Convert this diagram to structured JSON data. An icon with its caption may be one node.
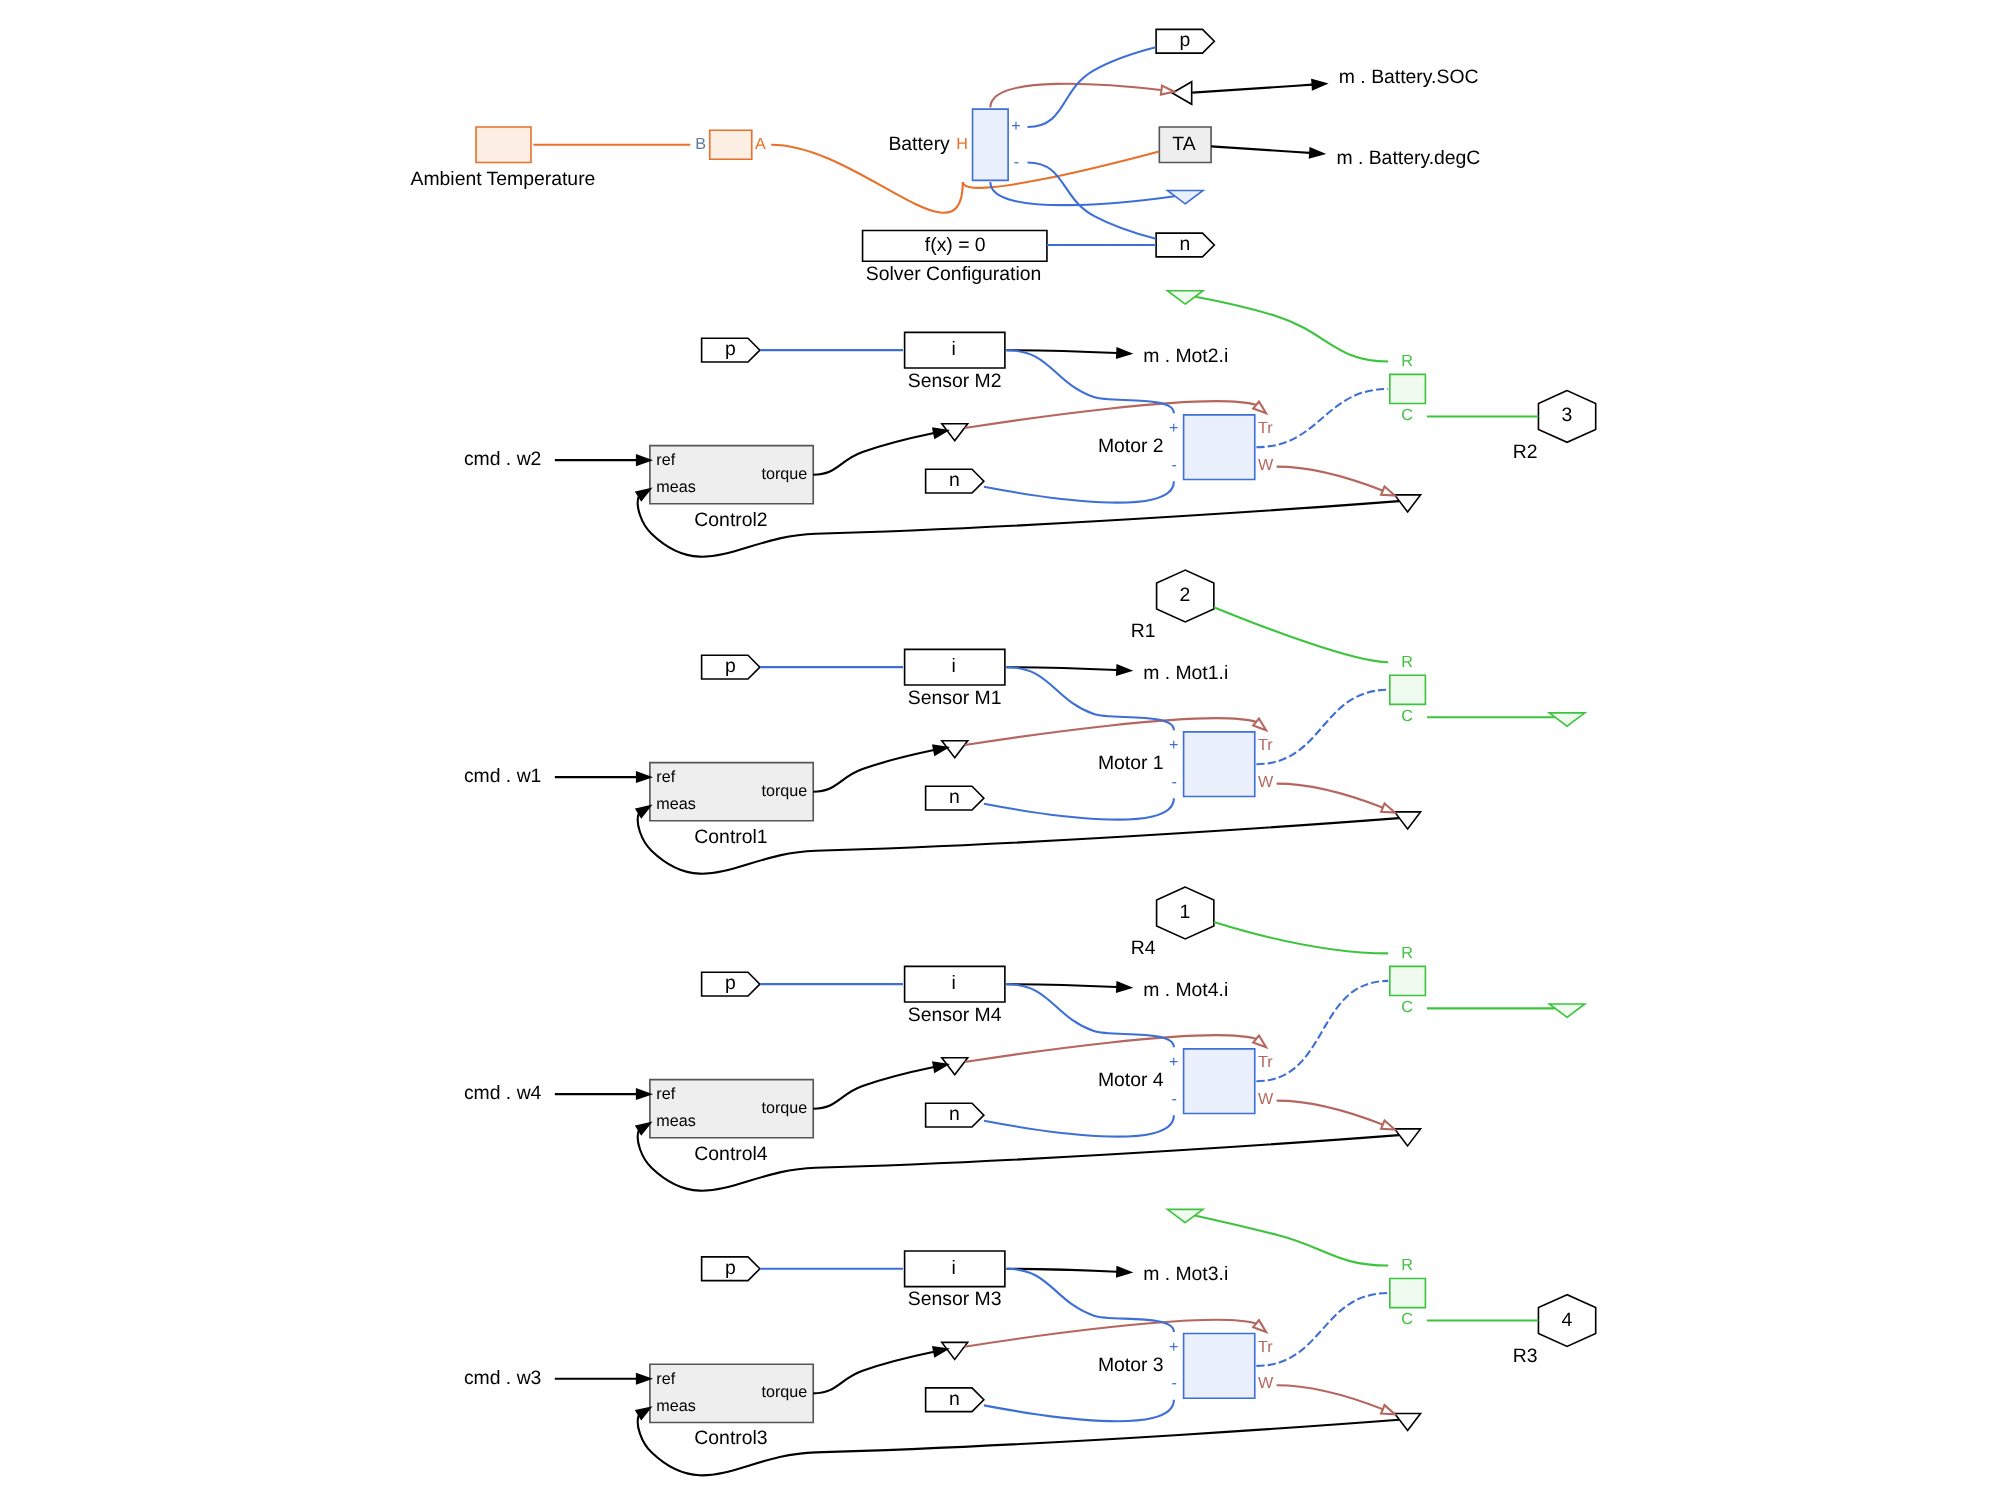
{
  "diagram": {
    "nodes": [
      {
        "text": [
          "m . Battery.SOC"
        ]
      },
      {
        "text": [],
        "shape": "triangle"
      },
      {
        "text": [
          "m . Battery.degC"
        ]
      },
      {
        "text": [
          "TA"
        ]
      },
      {
        "text": [
          "Ambient Temperature"
        ]
      },
      {
        "text": [
          "B",
          "A"
        ]
      },
      {
        "text": [
          "Battery",
          "+",
          "-",
          "H"
        ]
      },
      {
        "text": [
          "p"
        ]
      },
      {
        "text": [
          "f(x) = 0",
          "Solver Configuration"
        ]
      },
      {
        "text": [
          "n"
        ]
      },
      {
        "text": [],
        "shape": "ground"
      },
      {
        "text": [
          "cmd . w2"
        ]
      },
      {
        "text": [
          "ref",
          "torque",
          "meas",
          "Control2"
        ]
      },
      {
        "text": [],
        "shape": "triangle"
      },
      {
        "text": [],
        "shape": "ground"
      },
      {
        "text": [
          "p"
        ]
      },
      {
        "text": [
          "i",
          "Sensor M2"
        ]
      },
      {
        "text": [
          "m . Mot2.i"
        ]
      },
      {
        "text": [
          "Motor 2",
          "+",
          "-",
          "Tr",
          "W"
        ]
      },
      {
        "text": [
          "R",
          "C"
        ]
      },
      {
        "text": [
          "n"
        ]
      },
      {
        "text": [],
        "shape": "triangle"
      },
      {
        "text": [
          "3"
        ],
        "beside": [
          "R2"
        ]
      },
      {
        "text": [
          "cmd . w1"
        ]
      },
      {
        "text": [
          "ref",
          "torque",
          "meas",
          "Control1"
        ]
      },
      {
        "text": [],
        "shape": "triangle"
      },
      {
        "text": [
          "2"
        ],
        "beside": [
          "R1"
        ]
      },
      {
        "text": [
          "p"
        ]
      },
      {
        "text": [
          "i",
          "Sensor M1"
        ]
      },
      {
        "text": [
          "m . Mot1.i"
        ]
      },
      {
        "text": [
          "Motor 1",
          "+",
          "-",
          "Tr",
          "W"
        ]
      },
      {
        "text": [
          "R",
          "C"
        ]
      },
      {
        "text": [
          "n"
        ]
      },
      {
        "text": [],
        "shape": "triangle"
      },
      {
        "text": [],
        "shape": "ground"
      },
      {
        "text": [
          "cmd . w4"
        ]
      },
      {
        "text": [
          "ref",
          "torque",
          "meas",
          "Control4"
        ]
      },
      {
        "text": [],
        "shape": "triangle"
      },
      {
        "text": [
          "1"
        ],
        "beside": [
          "R4"
        ]
      },
      {
        "text": [
          "p"
        ]
      },
      {
        "text": [
          "i",
          "Sensor M4"
        ]
      },
      {
        "text": [
          "m . Mot4.i"
        ]
      },
      {
        "text": [
          "Motor 4",
          "+",
          "-",
          "Tr",
          "W"
        ]
      },
      {
        "text": [
          "R",
          "C"
        ]
      },
      {
        "text": [
          "n"
        ]
      },
      {
        "text": [],
        "shape": "triangle"
      },
      {
        "text": [],
        "shape": "ground"
      },
      {
        "text": [
          "cmd . w3"
        ]
      },
      {
        "text": [
          "ref",
          "torque",
          "meas",
          "Control3"
        ]
      },
      {
        "text": [],
        "shape": "triangle"
      },
      {
        "text": [],
        "shape": "ground"
      },
      {
        "text": [
          "p"
        ]
      },
      {
        "text": [
          "i",
          "Sensor M3"
        ]
      },
      {
        "text": [
          "m . Mot3.i"
        ]
      },
      {
        "text": [
          "Motor 3",
          "+",
          "-",
          "Tr",
          "W"
        ]
      },
      {
        "text": [
          "R",
          "C"
        ]
      },
      {
        "text": [
          "n"
        ]
      },
      {
        "text": [],
        "shape": "triangle"
      },
      {
        "text": [
          "4"
        ],
        "beside": [
          "R3"
        ]
      }
    ],
    "edges": [
      {
        "from": 6,
        "to": 1,
        "arrow": "to",
        "color": "#b5665e"
      },
      {
        "from": 1,
        "to": 0,
        "arrow": "to",
        "color": "#000000"
      },
      {
        "from": 3,
        "to": 2,
        "arrow": "to",
        "color": "#000000"
      },
      {
        "from": 6,
        "to": 3,
        "arrow": "none",
        "color": "#e8702a"
      },
      {
        "from": 4,
        "to": 5,
        "arrow": "none",
        "color": "#e8702a"
      },
      {
        "from": 5,
        "to": 6,
        "arrow": "none",
        "color": "#e8702a"
      },
      {
        "from": 6,
        "to": 7,
        "arrow": "none"
      },
      {
        "from": 6,
        "to": 9,
        "arrow": "none"
      },
      {
        "from": 8,
        "to": 9,
        "arrow": "none"
      },
      {
        "from": 6,
        "to": 10,
        "arrow": "none"
      },
      {
        "from": 11,
        "to": 12,
        "arrow": "to",
        "color": "#000000"
      },
      {
        "from": 12,
        "to": 13,
        "arrow": "to",
        "color": "#000000"
      },
      {
        "from": 13,
        "to": 18,
        "arrow": "to",
        "color": "#b5665e"
      },
      {
        "from": 15,
        "to": 16,
        "arrow": "none"
      },
      {
        "from": 16,
        "to": 17,
        "arrow": "to",
        "color": "#000000"
      },
      {
        "from": 16,
        "to": 18,
        "arrow": "none"
      },
      {
        "from": 20,
        "to": 18,
        "arrow": "none"
      },
      {
        "from": 18,
        "to": 19,
        "arrow": "none",
        "style": "dashed"
      },
      {
        "from": 14,
        "to": 19,
        "arrow": "none",
        "color": "#3cc43c"
      },
      {
        "from": 19,
        "to": 22,
        "arrow": "none",
        "color": "#3cc43c"
      },
      {
        "from": 18,
        "to": 21,
        "arrow": "to",
        "color": "#b5665e"
      },
      {
        "from": 21,
        "to": 12,
        "arrow": "to",
        "color": "#000000"
      },
      {
        "from": 23,
        "to": 24,
        "arrow": "to",
        "color": "#000000"
      },
      {
        "from": 24,
        "to": 25,
        "arrow": "to",
        "color": "#000000"
      },
      {
        "from": 25,
        "to": 30,
        "arrow": "to",
        "color": "#b5665e"
      },
      {
        "from": 27,
        "to": 28,
        "arrow": "none"
      },
      {
        "from": 28,
        "to": 29,
        "arrow": "to",
        "color": "#000000"
      },
      {
        "from": 28,
        "to": 30,
        "arrow": "none"
      },
      {
        "from": 32,
        "to": 30,
        "arrow": "none"
      },
      {
        "from": 30,
        "to": 31,
        "arrow": "none",
        "style": "dashed"
      },
      {
        "from": 26,
        "to": 31,
        "arrow": "none",
        "color": "#3cc43c"
      },
      {
        "from": 31,
        "to": 34,
        "arrow": "none",
        "color": "#3cc43c"
      },
      {
        "from": 30,
        "to": 33,
        "arrow": "to",
        "color": "#b5665e"
      },
      {
        "from": 33,
        "to": 24,
        "arrow": "to",
        "color": "#000000"
      },
      {
        "from": 35,
        "to": 36,
        "arrow": "to",
        "color": "#000000"
      },
      {
        "from": 36,
        "to": 37,
        "arrow": "to",
        "color": "#000000"
      },
      {
        "from": 37,
        "to": 42,
        "arrow": "to",
        "color": "#b5665e"
      },
      {
        "from": 39,
        "to": 40,
        "arrow": "none"
      },
      {
        "from": 40,
        "to": 41,
        "arrow": "to",
        "color": "#000000"
      },
      {
        "from": 40,
        "to": 42,
        "arrow": "none"
      },
      {
        "from": 44,
        "to": 42,
        "arrow": "none"
      },
      {
        "from": 42,
        "to": 43,
        "arrow": "none",
        "style": "dashed"
      },
      {
        "from": 38,
        "to": 43,
        "arrow": "none",
        "color": "#3cc43c"
      },
      {
        "from": 43,
        "to": 46,
        "arrow": "none",
        "color": "#3cc43c"
      },
      {
        "from": 42,
        "to": 45,
        "arrow": "to",
        "color": "#b5665e"
      },
      {
        "from": 45,
        "to": 36,
        "arrow": "to",
        "color": "#000000"
      },
      {
        "from": 47,
        "to": 48,
        "arrow": "to",
        "color": "#000000"
      },
      {
        "from": 48,
        "to": 49,
        "arrow": "to",
        "color": "#000000"
      },
      {
        "from": 49,
        "to": 54,
        "arrow": "to",
        "color": "#b5665e"
      },
      {
        "from": 51,
        "to": 52,
        "arrow": "none"
      },
      {
        "from": 52,
        "to": 53,
        "arrow": "to",
        "color": "#000000"
      },
      {
        "from": 52,
        "to": 54,
        "arrow": "none"
      },
      {
        "from": 56,
        "to": 54,
        "arrow": "none"
      },
      {
        "from": 54,
        "to": 55,
        "arrow": "none",
        "style": "dashed"
      },
      {
        "from": 50,
        "to": 55,
        "arrow": "none",
        "color": "#3cc43c"
      },
      {
        "from": 55,
        "to": 58,
        "arrow": "none",
        "color": "#3cc43c"
      },
      {
        "from": 54,
        "to": 57,
        "arrow": "to",
        "color": "#b5665e"
      },
      {
        "from": 57,
        "to": 48,
        "arrow": "to",
        "color": "#000000"
      }
    ]
  }
}
